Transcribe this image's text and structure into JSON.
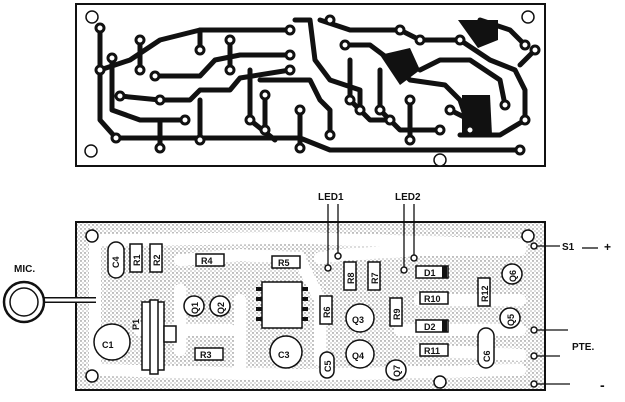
{
  "pcb_top": {
    "description_hidden": ""
  },
  "assembly": {
    "external_labels": {
      "mic": "MIC.",
      "led1": "LED1",
      "led2": "LED2",
      "s1": "S1",
      "plus": "+",
      "pte": "PTE.",
      "minus": "-"
    },
    "components": {
      "c4": "C4",
      "r1": "R1",
      "r2": "R2",
      "r4": "R4",
      "r5": "R5",
      "r3": "R3",
      "p1": "P1",
      "c1": "C1",
      "q1": "Q1",
      "q2": "Q2",
      "c3": "C3",
      "r6": "R6",
      "r8": "R8",
      "r7": "R7",
      "c5": "C5",
      "q3": "Q3",
      "q4": "Q4",
      "r9": "R9",
      "d1": "D1",
      "r10": "R10",
      "d2": "D2",
      "r11": "R11",
      "c6": "C6",
      "r12": "R12",
      "q5": "Q5",
      "q6": "Q6",
      "q7": "Q7"
    }
  }
}
